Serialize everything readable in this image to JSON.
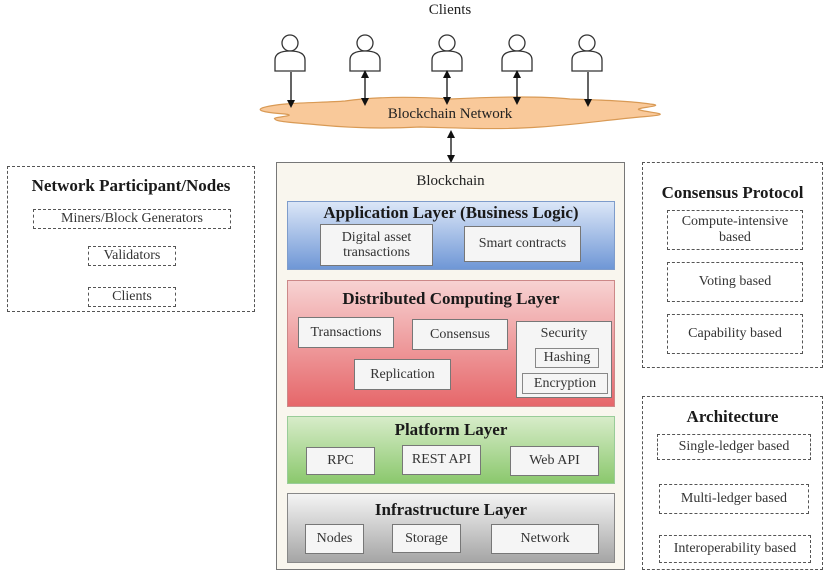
{
  "clients_section": {
    "title": "Clients",
    "client_count": 5
  },
  "network": {
    "label": "Blockchain Network",
    "fill_color": "#f9c99a"
  },
  "blockchain": {
    "title": "Blockchain",
    "layers": [
      {
        "title": "Application Layer (Business Logic)",
        "color": "#6f97d6",
        "items": [
          "Digital asset transactions",
          "Smart contracts"
        ]
      },
      {
        "title": "Distributed Computing Layer",
        "color": "#e6676a",
        "items": [
          "Transactions",
          "Consensus",
          "Replication"
        ],
        "security": {
          "label": "Security",
          "sub_items": [
            "Hashing",
            "Encryption"
          ]
        }
      },
      {
        "title": "Platform Layer",
        "color": "#8bc86d",
        "items": [
          "RPC",
          "REST API",
          "Web API"
        ]
      },
      {
        "title": "Infrastructure Layer",
        "color": "#a5a5a5",
        "items": [
          "Nodes",
          "Storage",
          "Network"
        ]
      }
    ]
  },
  "participants": {
    "title": "Network Participant/Nodes",
    "items": [
      "Miners/Block Generators",
      "Validators",
      "Clients"
    ]
  },
  "consensus": {
    "title": "Consensus Protocol",
    "items": [
      "Compute-intensive based",
      "Voting based",
      "Capability based"
    ]
  },
  "architecture": {
    "title": "Architecture",
    "items": [
      "Single-ledger based",
      "Multi-ledger based",
      "Interoperability based"
    ]
  }
}
